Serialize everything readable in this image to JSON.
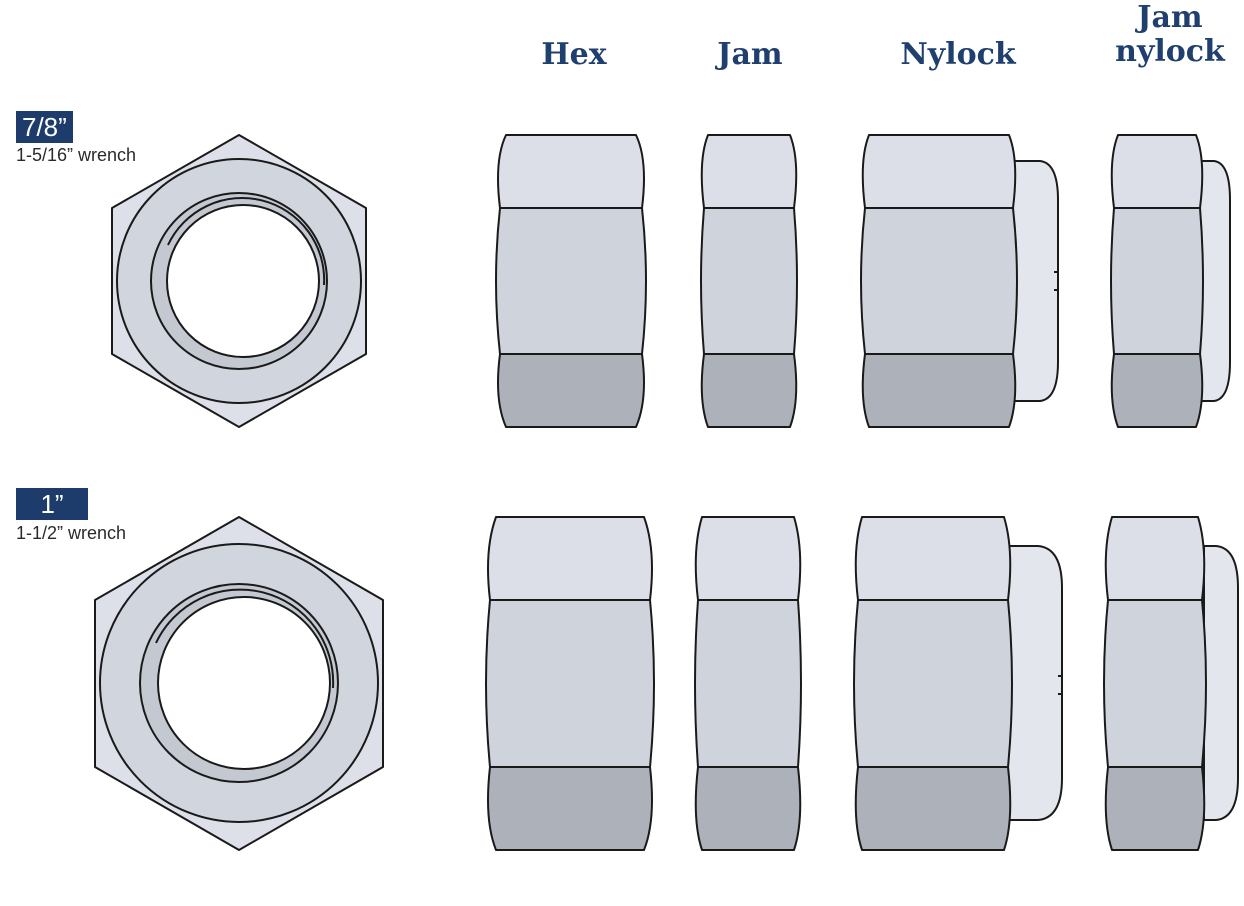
{
  "columns": {
    "hex": "Hex",
    "jam": "Jam",
    "nylock": "Nylock",
    "jam_nylock_line1": "Jam",
    "jam_nylock_line2": "nylock"
  },
  "rows": [
    {
      "size": "7/8”",
      "wrench": "1-5/16” wrench"
    },
    {
      "size": "1”",
      "wrench": "1-1/2” wrench"
    }
  ],
  "colors": {
    "heading": "#1f3f6e",
    "badge": "#1d3c6b",
    "face_light": "#dcdfe7",
    "face_mid": "#cfd3dc",
    "face_dark": "#adb1b9",
    "outline": "#1a1a1a"
  }
}
